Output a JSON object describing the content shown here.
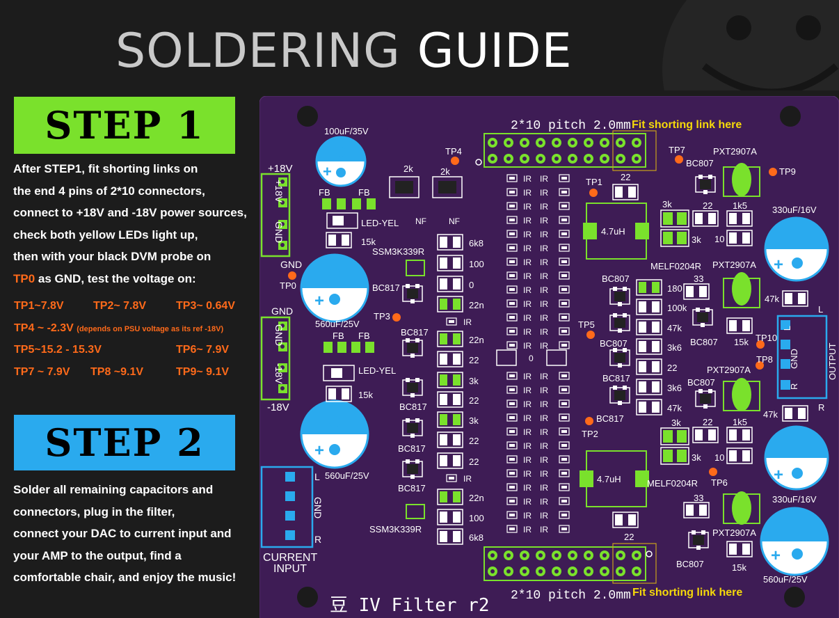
{
  "title": {
    "part1": "SOLDERING",
    "part2": "GUIDE"
  },
  "step1": {
    "heading": "STEP 1",
    "lines": [
      "After STEP1, fit shorting links on",
      "the end 4 pins of 2*10 connectors,",
      "connect to +18V and -18V power sources,",
      "check both yellow LEDs  light up,",
      "then with your black DVM probe on"
    ],
    "gnd_line": {
      "tp": "TP0",
      "rest": " as GND, test the voltage on:"
    },
    "readings": {
      "tp1": "TP1~7.8V",
      "tp2": "TP2~ 7.8V",
      "tp3": "TP3~ 0.64V",
      "tp4": "TP4 ~ -2.3V",
      "tp4_note": "(depends on PSU voltage as its ref -18V)",
      "tp5": "TP5~15.2 - 15.3V",
      "tp6": "TP6~ 7.9V",
      "tp7": "TP7 ~ 7.9V",
      "tp8": "TP8 ~9.1V",
      "tp9": "TP9~ 9.1V"
    }
  },
  "step2": {
    "heading": "STEP 2",
    "lines": [
      "Solder  all remaining capacitors and",
      "connectors, plug in the filter,",
      "connect your DAC to  current input and",
      "your AMP to the output, find a",
      "comfortable chair,  and enjoy the music!"
    ]
  },
  "pcb": {
    "header_top": "2*10 pitch 2.0mm",
    "header_bottom": "2*10 pitch 2.0mm",
    "fit_top": "Fit shorting link here",
    "fit_bottom": "Fit shorting link here",
    "board_name": "豆 IV Filter r2",
    "plus18": "+18V",
    "minus18": "-18V",
    "gnd": "GND",
    "gnd2": "GND",
    "conn_top": [
      "+18V",
      "GND"
    ],
    "conn_mid": [
      "GND",
      "-18V"
    ],
    "current_input": [
      "CURRENT",
      "INPUT"
    ],
    "input_pins": [
      "L",
      "GND",
      "R"
    ],
    "output_label": "OUTPUT",
    "output_pins": [
      "L",
      "GND",
      "R"
    ],
    "out_l": "L",
    "out_r": "R",
    "cap_100": "100uF/35V",
    "cap_560a": "560uF/25V",
    "cap_560b": "560uF/25V",
    "cap_330a": "330uF/16V",
    "cap_330b": "330uF/16V",
    "cap_560c": "560uF/25V",
    "fb": "FB",
    "led": "LED-YEL",
    "r15k": "15k",
    "r2k": "2k",
    "nf": "NF",
    "ssm": "SSM3K339R",
    "bc817": "BC817",
    "bc807": "BC807",
    "pxt": "PXT2907A",
    "melf": "MELF0204R",
    "l1": "4.7uH",
    "l2": "4.7uH",
    "r6k8": "6k8",
    "r100": "100",
    "r0": "0",
    "c22n": "22n",
    "r22": "22",
    "r3k": "3k",
    "ir": "IR",
    "r180": "180",
    "r100k": "100k",
    "r47k": "47k",
    "r3k6": "3k6",
    "r1k5": "1k5",
    "r10": "10",
    "r33": "33",
    "tps": [
      "TP0",
      "TP1",
      "TP2",
      "TP3",
      "TP4",
      "TP5",
      "TP6",
      "TP7",
      "TP8",
      "TP9",
      "TP10"
    ]
  },
  "colors": {
    "board": "#3e1c55",
    "silk": "#ffffff",
    "green": "#7ae12c",
    "blue": "#2aaaee",
    "orange": "#ff6a1a",
    "yellow": "#f5d90a",
    "bg": "#1c1c1c"
  }
}
